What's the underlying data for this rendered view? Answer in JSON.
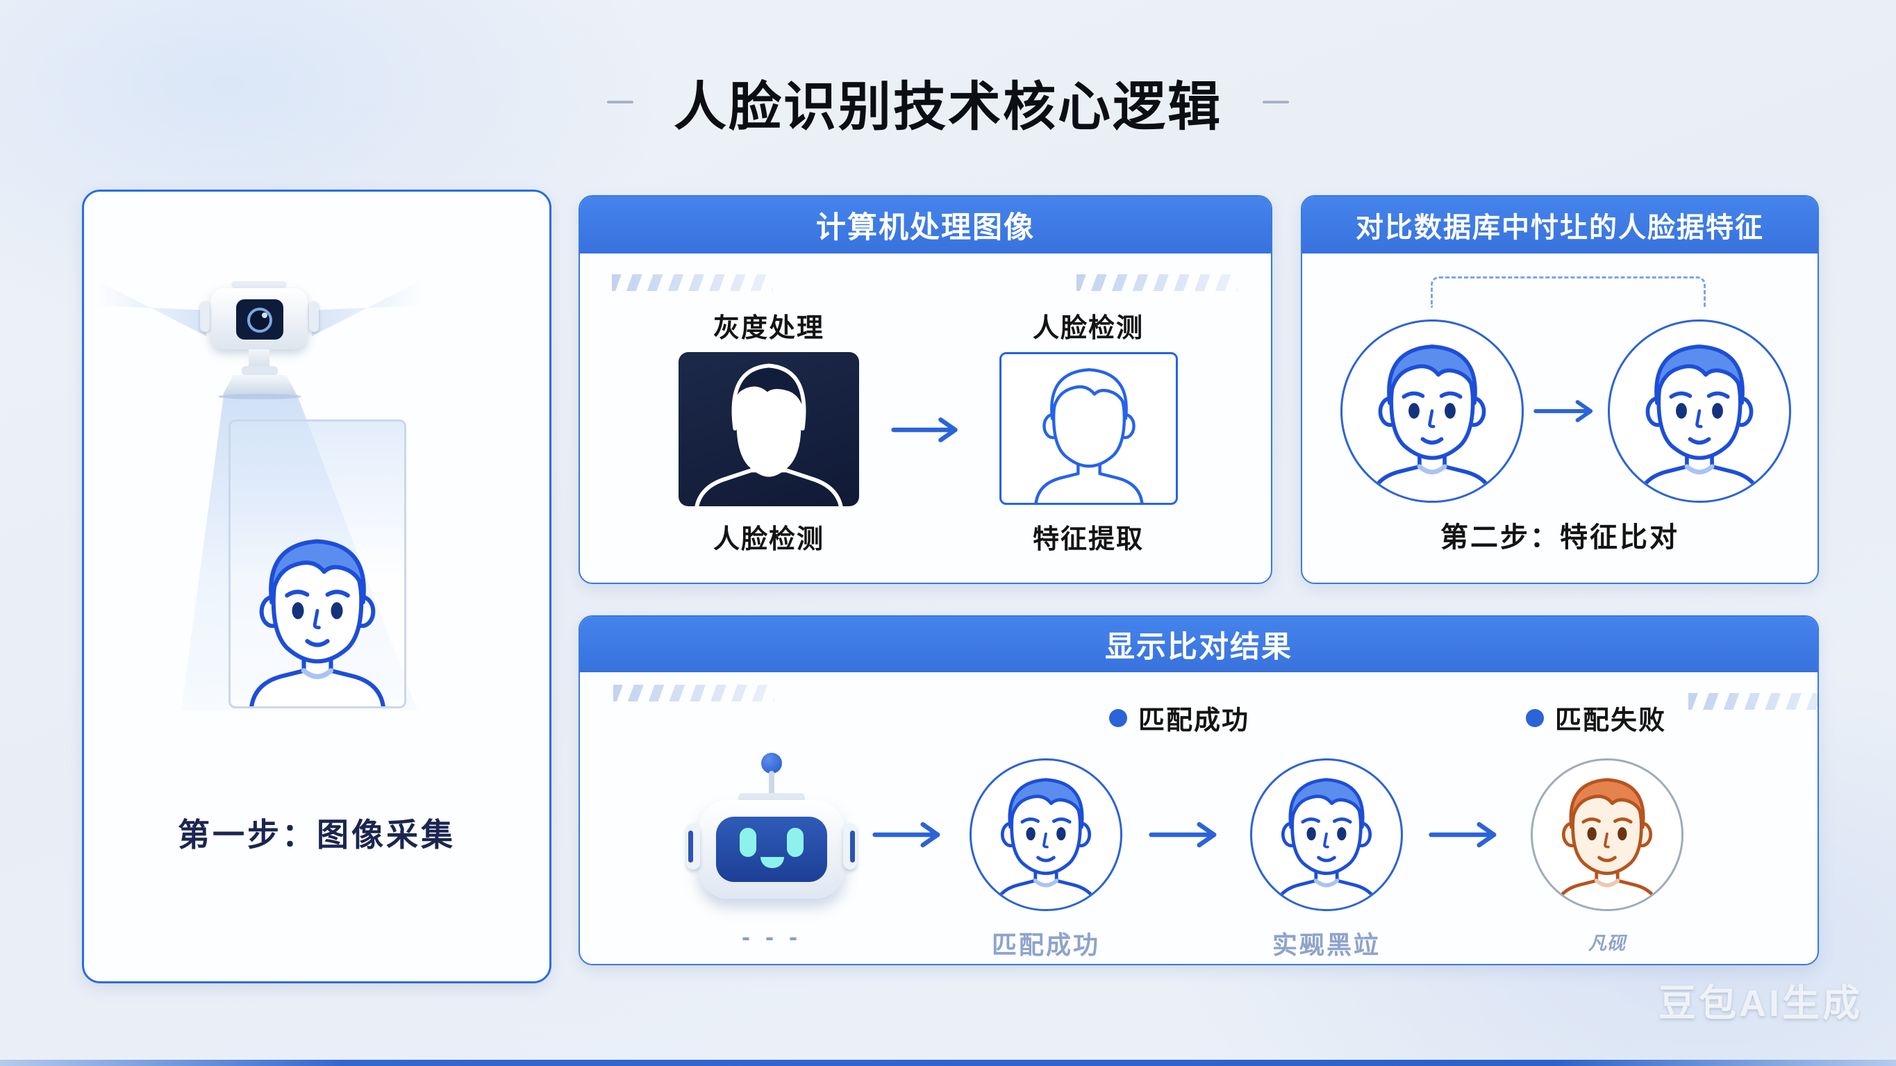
{
  "title": "人脸识别技术核心逻辑",
  "watermark": "豆包AI生成",
  "colors": {
    "header_blue": "#3b76e0",
    "accent_blue": "#2b63d8",
    "dark_navy": "#131f3e",
    "orange": "#d2713d",
    "caption_muted": "#8ea3cc"
  },
  "capture_panel": {
    "caption": "第一步：图像采集"
  },
  "process_panel": {
    "header": "计算机处理图像",
    "items": [
      {
        "top_label": "灰度处理",
        "bottom_label": "人脸检测"
      },
      {
        "top_label": "人脸检测",
        "bottom_label": "特征提取"
      }
    ]
  },
  "compare_panel": {
    "header": "对比数据库中忖圵的人脸据特征",
    "caption": "第二步：特征比对"
  },
  "result_panel": {
    "header": "显示比对结果",
    "legend": [
      {
        "label": "匹配成功"
      },
      {
        "label": "匹配失败"
      }
    ],
    "robot_caption": "- - -",
    "items": [
      {
        "label": "匹配成功"
      },
      {
        "label": "实觋黑竝"
      },
      {
        "label": "凡砚"
      }
    ]
  }
}
